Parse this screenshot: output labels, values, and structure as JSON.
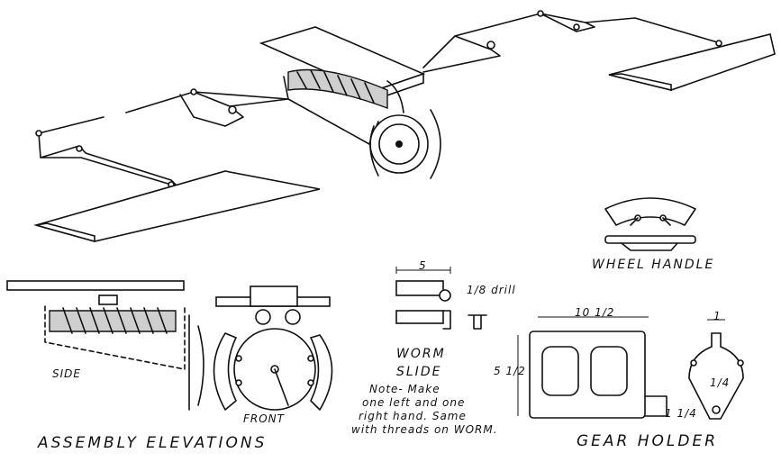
{
  "labels": {
    "wheel_handle": "WHEEL HANDLE",
    "side": "SIDE",
    "front": "FRONT",
    "assembly_elevations": "ASSEMBLY ELEVATIONS",
    "worm": "WORM",
    "slide": "SLIDE",
    "note_line1": "Note- Make",
    "note_line2": "one left and one",
    "note_line3": "right hand. Same",
    "note_line4": "with threads on WORM.",
    "gear_holder": "GEAR HOLDER"
  },
  "dimensions": {
    "slide_length": "5",
    "drill": "1/8 drill",
    "holder_width": "10 1/2",
    "holder_height": "5 1/2",
    "holder_tab": "1 1/4",
    "gear_tab": "1",
    "gear_hole": "1/4"
  }
}
